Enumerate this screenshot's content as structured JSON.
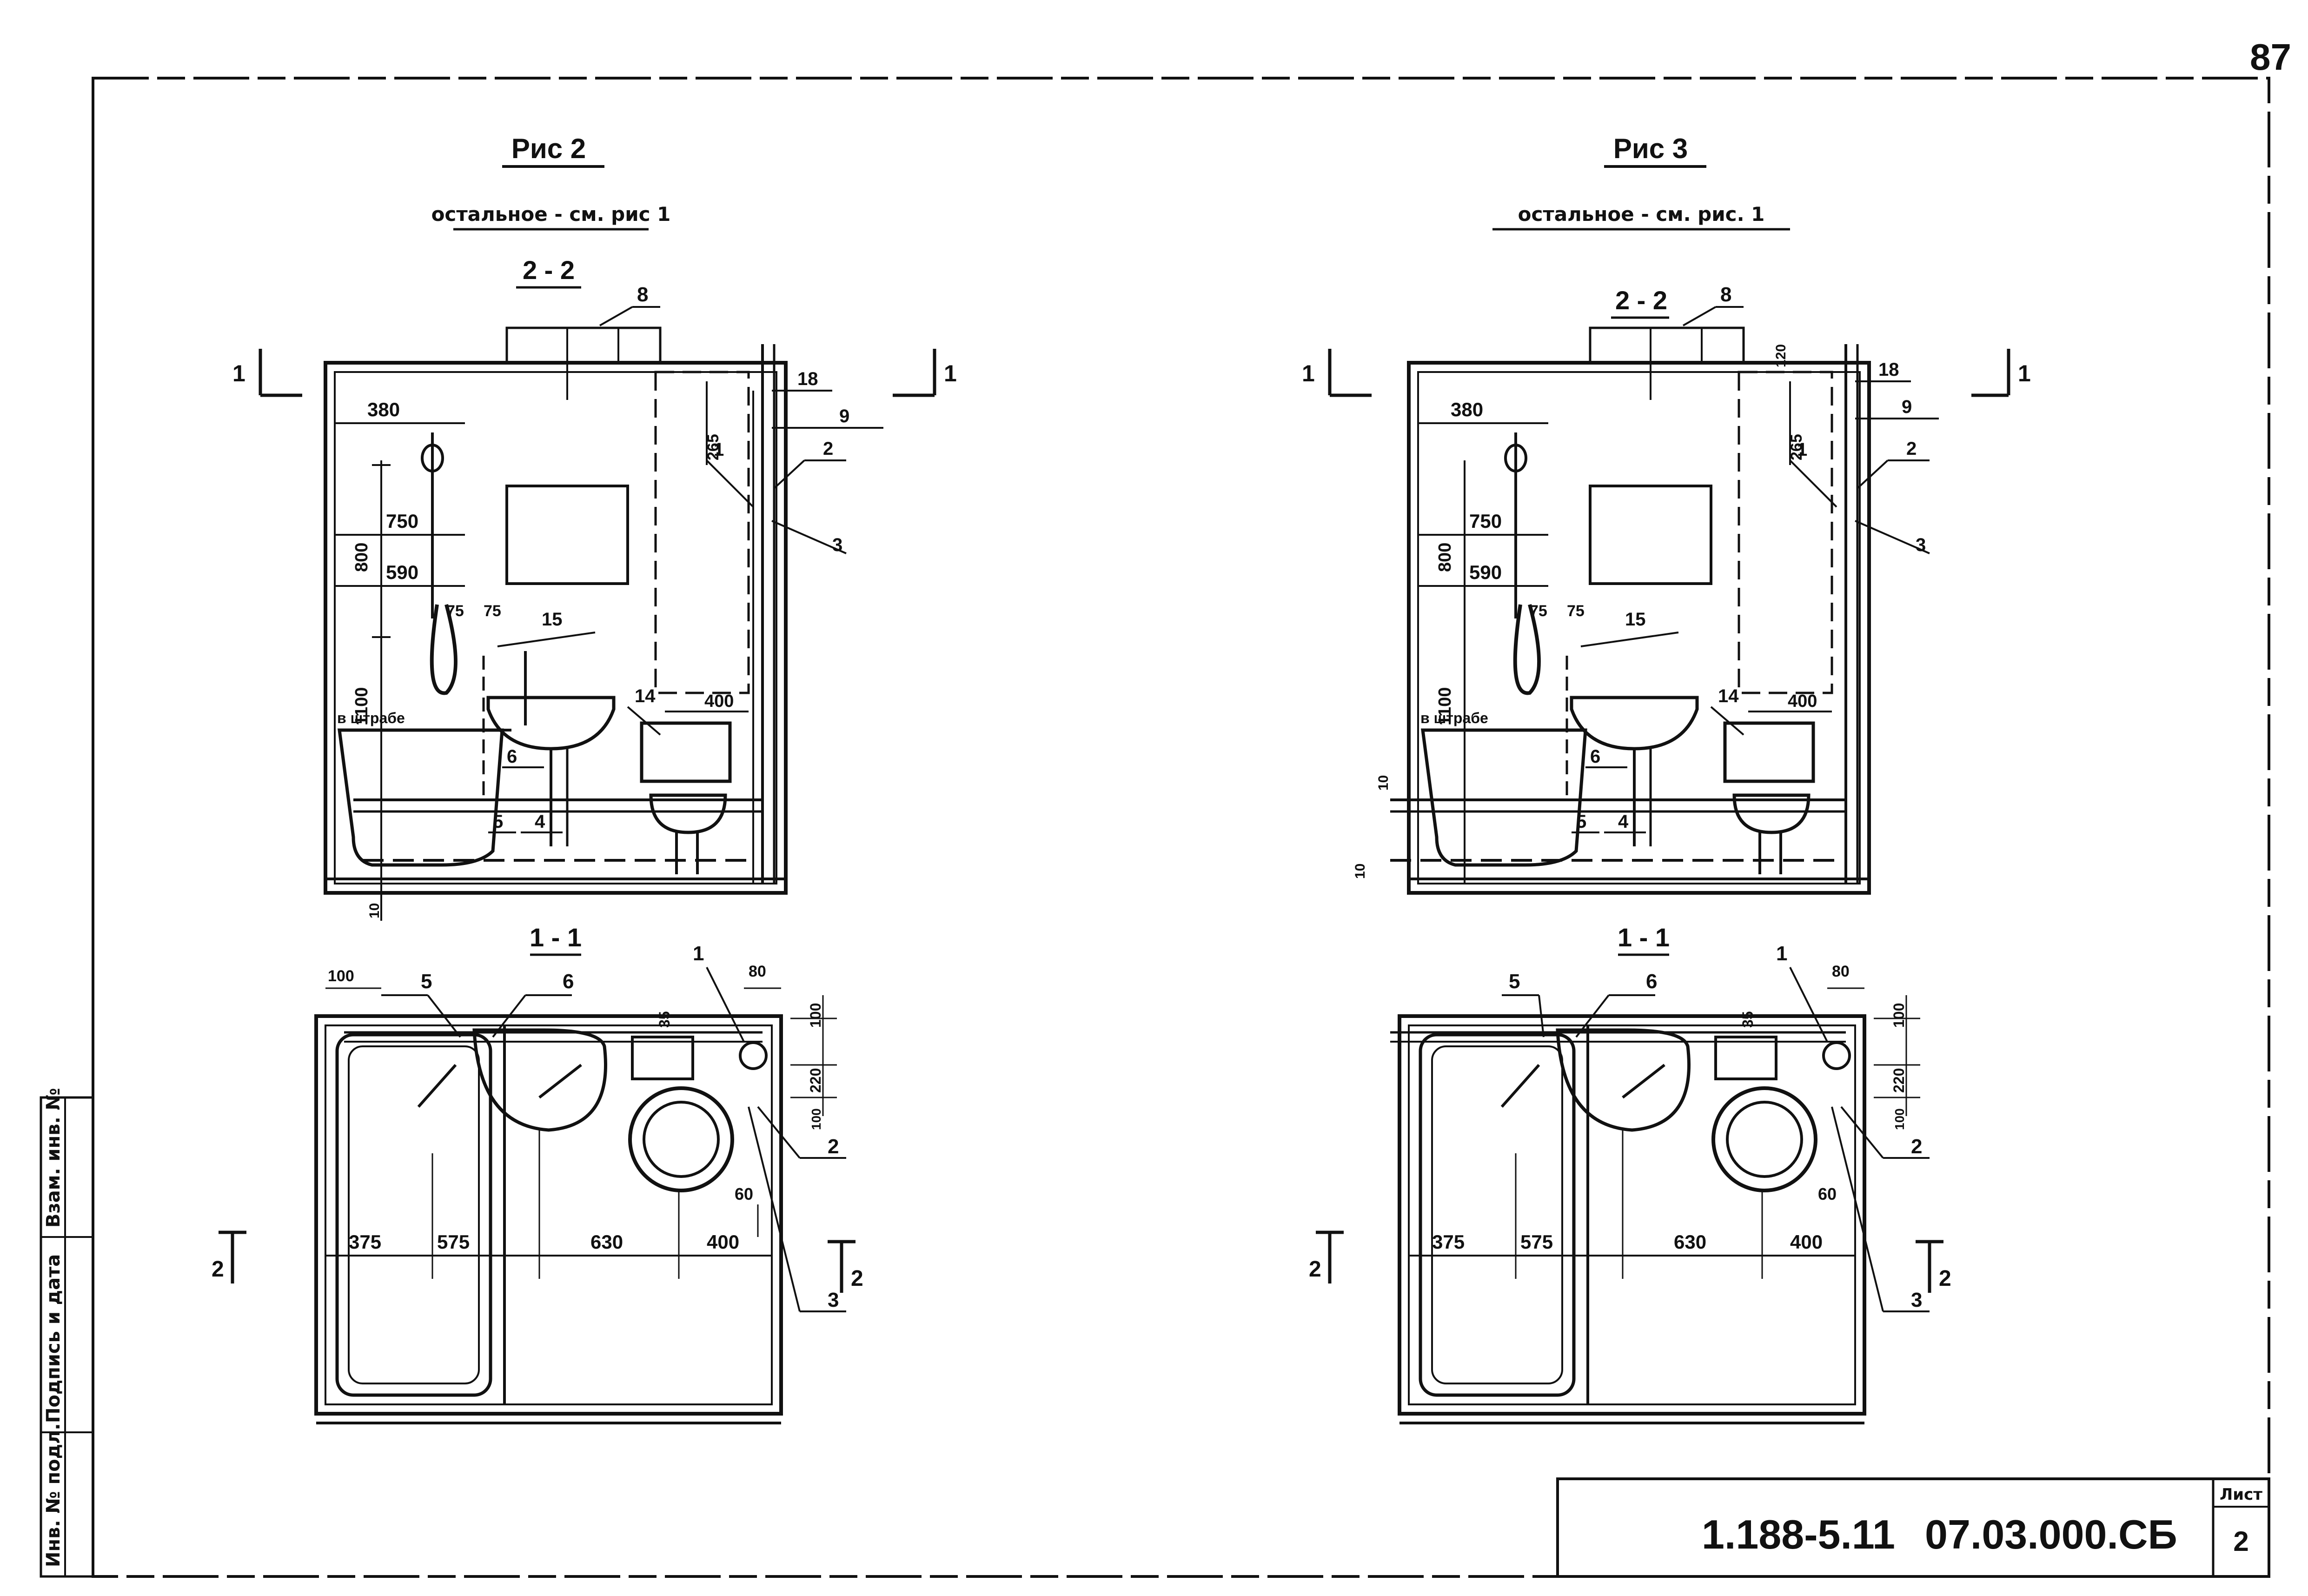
{
  "page_number": "87",
  "stamp": {
    "code_left": "1.188-5.11",
    "code_right": "07.03.000.СБ",
    "sheet_label": "Лист",
    "sheet_number": "2"
  },
  "side_fields": [
    "Инв. № подл.",
    "Подпись и дата",
    "Взам. инв. №"
  ],
  "fig2": {
    "title": "Рис 2",
    "note": "остальное - см. рис 1",
    "section_top": "2 - 2",
    "section_bottom": "1 - 1",
    "cut": "1",
    "cut2": "2",
    "in_trap": "в штрабе",
    "dims_top": [
      "380",
      "750",
      "590",
      "800",
      "1100",
      "75",
      "75",
      "400",
      "265",
      "10"
    ],
    "callouts_top": [
      "8",
      "18",
      "9",
      "2",
      "1",
      "3",
      "15",
      "14",
      "6",
      "5",
      "4"
    ],
    "dims_bottom": [
      "100",
      "80",
      "35",
      "100",
      "220",
      "100",
      "60",
      "375",
      "575",
      "630",
      "400"
    ],
    "callouts_bottom": [
      "5",
      "6",
      "1",
      "2",
      "3"
    ]
  },
  "fig3": {
    "title": "Рис 3",
    "note": "остальное - см. рис. 1",
    "section_top": "2 - 2",
    "section_bottom": "1 - 1",
    "cut": "1",
    "cut2": "2",
    "in_trap": "в штрабе",
    "dims_top": [
      "380",
      "750",
      "590",
      "800",
      "1100",
      "75",
      "75",
      "400",
      "265",
      "120",
      "10",
      "10"
    ],
    "callouts_top": [
      "8",
      "18",
      "9",
      "2",
      "1",
      "3",
      "15",
      "14",
      "6",
      "5",
      "4"
    ],
    "dims_bottom": [
      "80",
      "35",
      "100",
      "220",
      "100",
      "60",
      "375",
      "575",
      "630",
      "400"
    ],
    "callouts_bottom": [
      "5",
      "6",
      "1",
      "2",
      "3"
    ]
  }
}
